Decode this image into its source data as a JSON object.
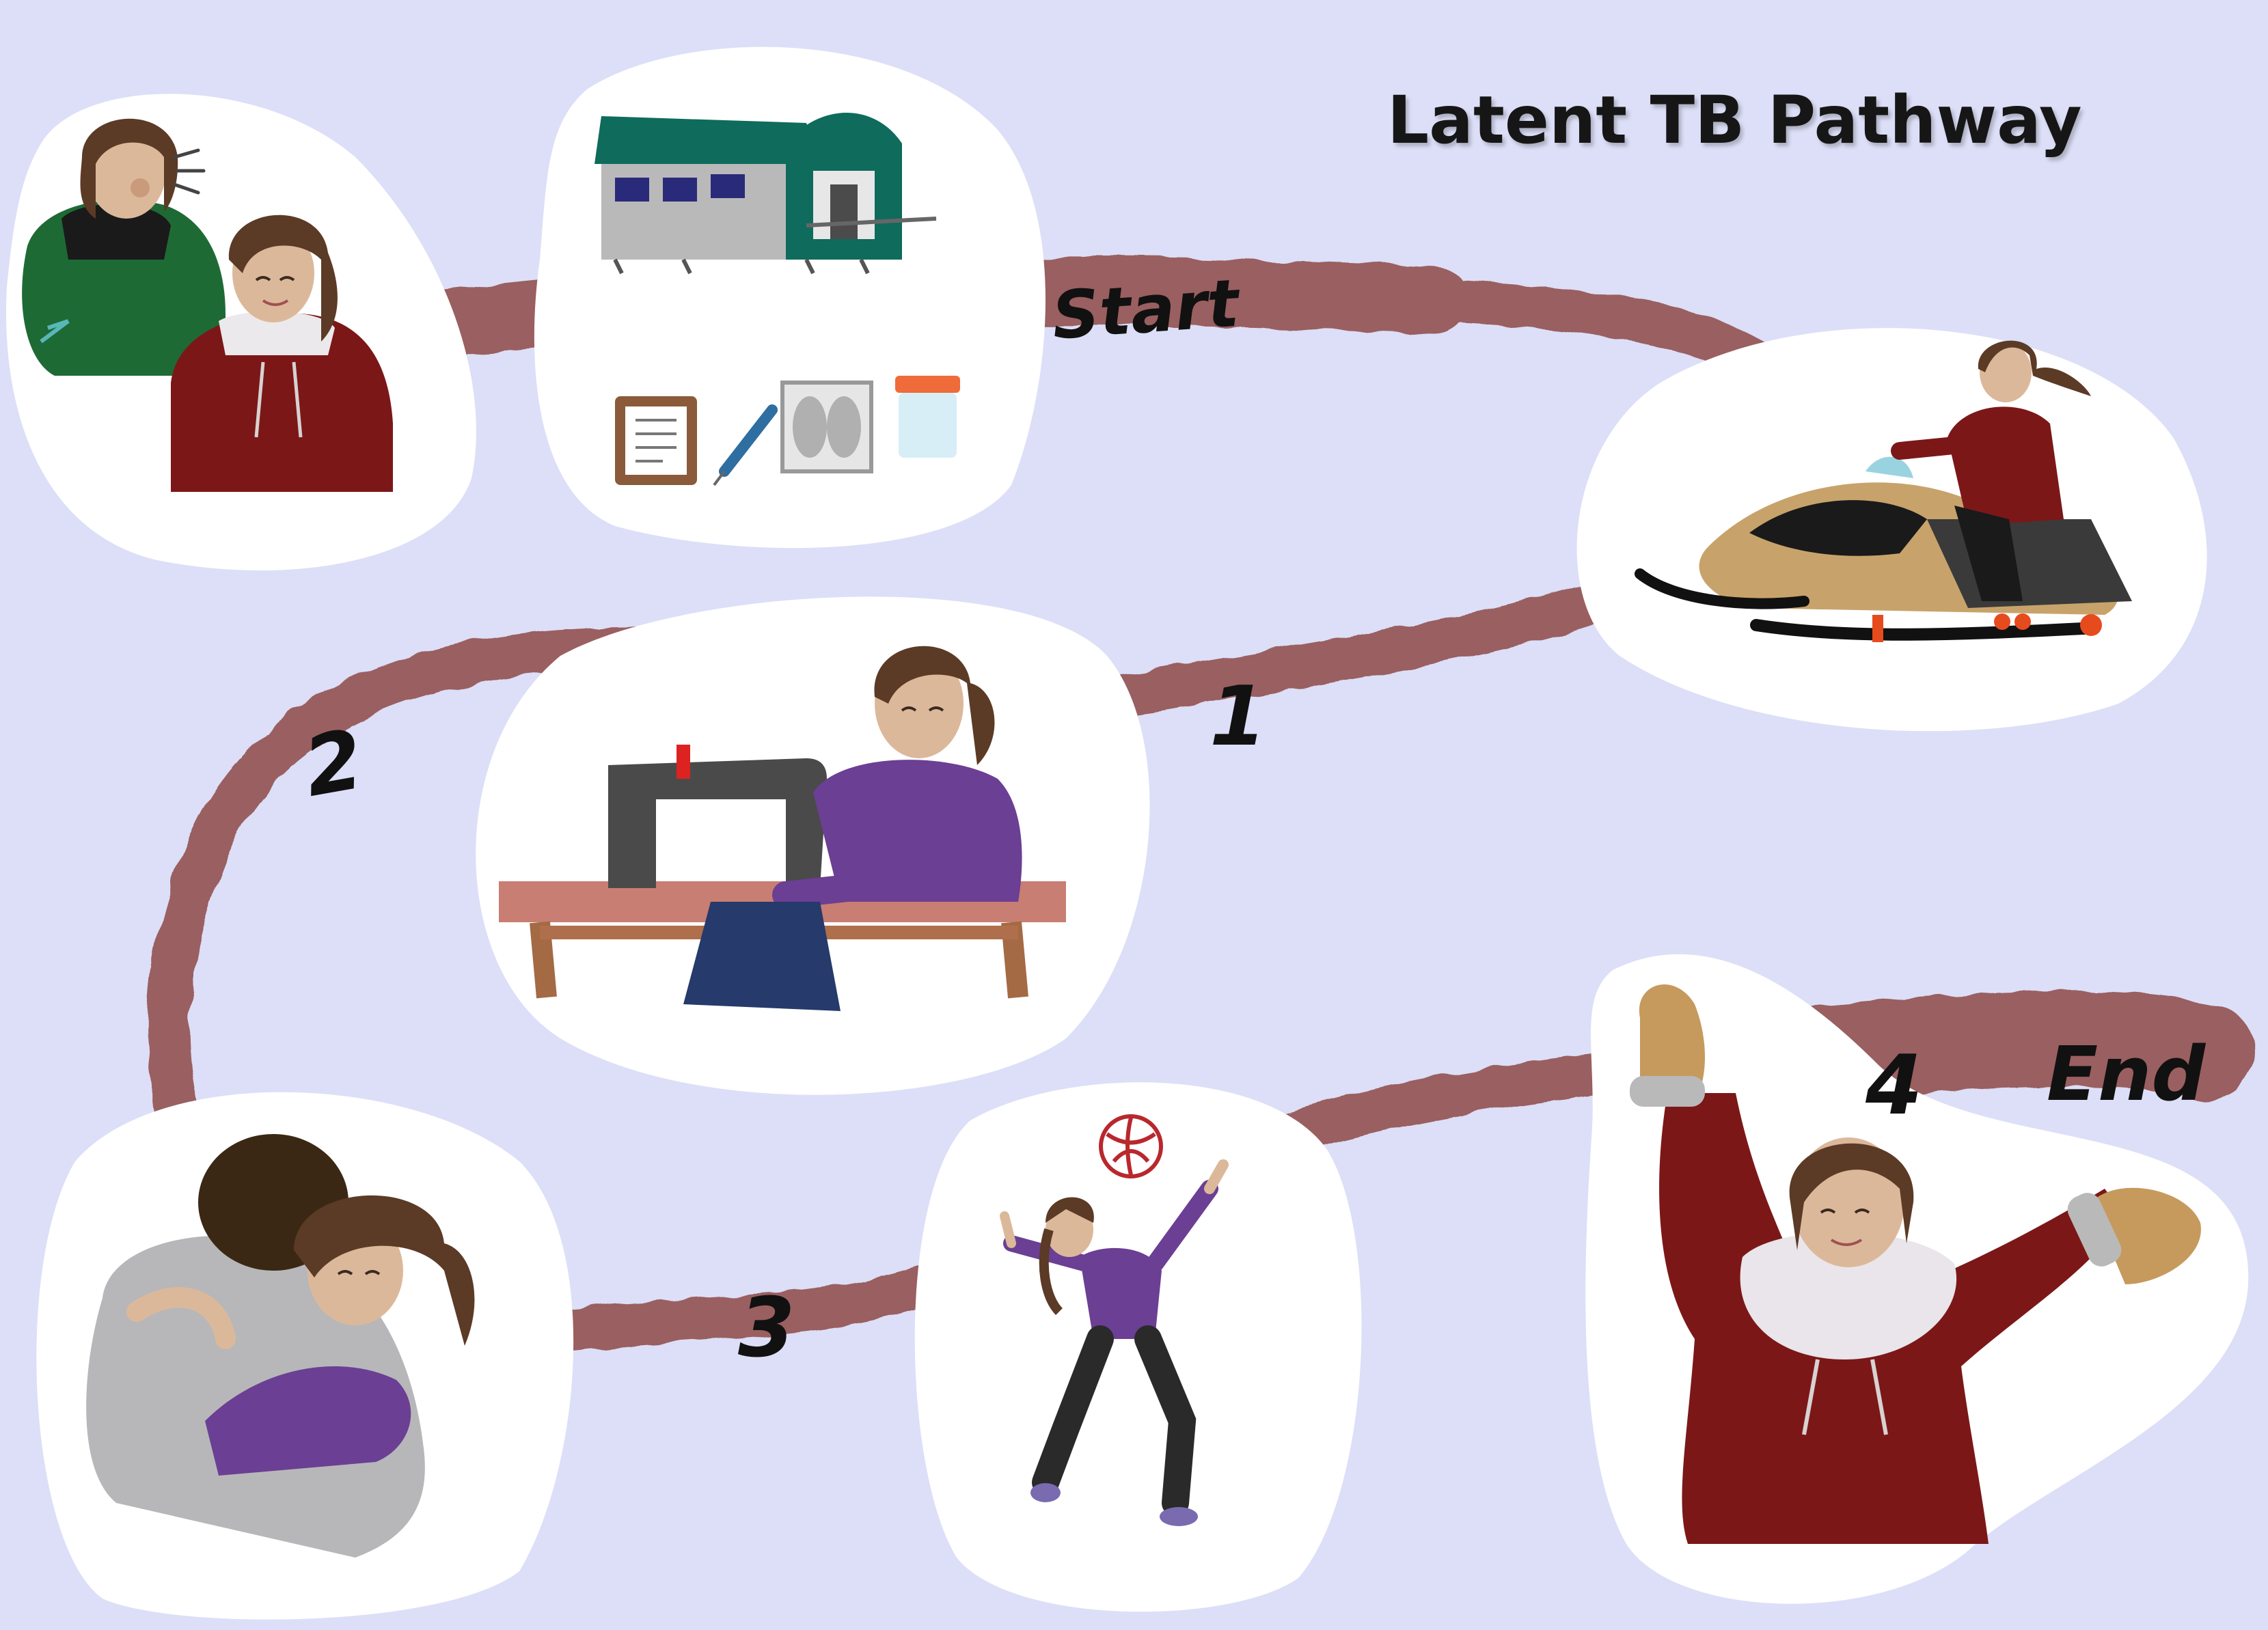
{
  "title": "Latent TB Pathway",
  "path_labels": {
    "start": "Start",
    "step1": "1",
    "step2": "2",
    "step3": "3",
    "step4": "4",
    "end": "End"
  },
  "colors": {
    "background": "#dcdff7",
    "path": "#9a5f60",
    "bubble": "#ffffff",
    "purple": "#6b3f93",
    "red_parka": "#7c1718",
    "green_jacket": "#1e6a35",
    "teal_roof": "#0f6b5b",
    "skin": "#dcb89a",
    "hair": "#5b3a26",
    "label_ink": "#111111"
  },
  "scenes": [
    {
      "id": "exposure",
      "icon": "coughing-person-icon"
    },
    {
      "id": "clinic-testing",
      "icon": "health-centre-icon"
    },
    {
      "id": "snowmobile",
      "icon": "snowmobile-icon"
    },
    {
      "id": "sewing",
      "icon": "sewing-machine-icon"
    },
    {
      "id": "hugging",
      "icon": "hug-icon"
    },
    {
      "id": "volleyball",
      "icon": "volleyball-icon"
    },
    {
      "id": "celebration",
      "icon": "celebration-icon"
    }
  ],
  "clinic_items": [
    "clipboard-icon",
    "syringe-icon",
    "chest-xray-icon",
    "sputum-cup-icon"
  ]
}
